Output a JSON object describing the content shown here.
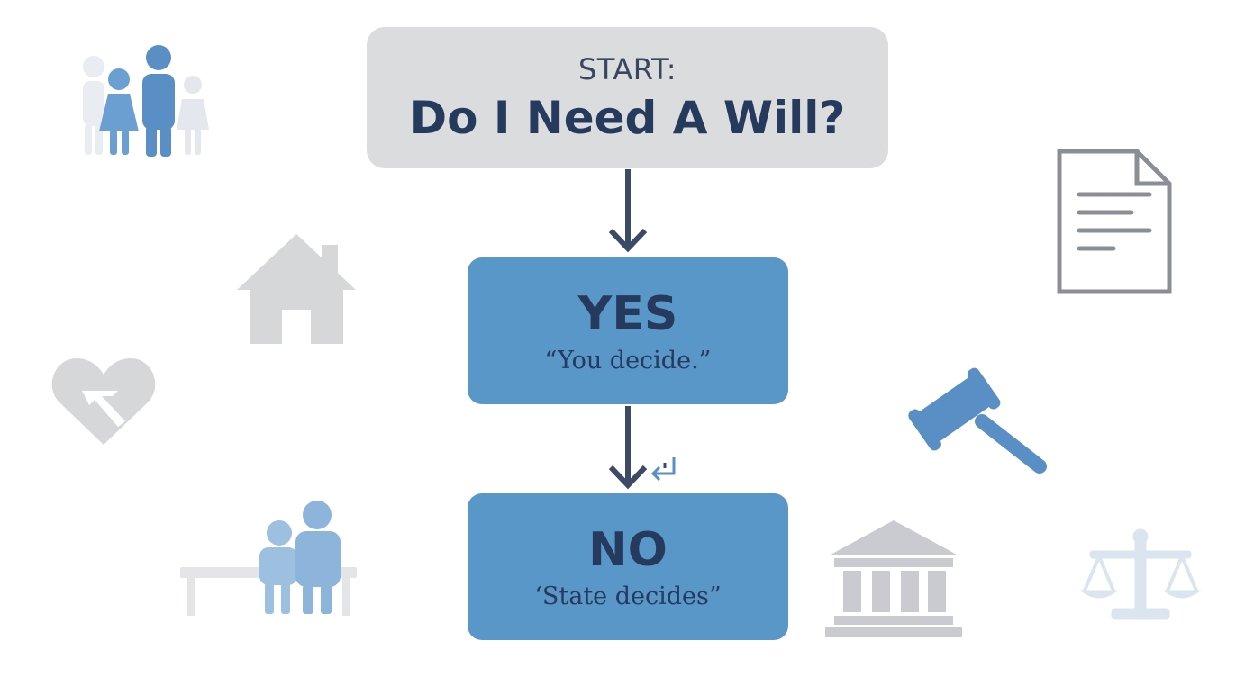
{
  "start": {
    "label": "START:",
    "question": "Do I Need A Will?"
  },
  "yes": {
    "title": "YES",
    "subtitle": "“You decide.”"
  },
  "no": {
    "title": "NO",
    "subtitle": "‘State decides”"
  },
  "colors": {
    "start_box": "#dbdcde",
    "decision_box": "#5a97c9",
    "text_dark": "#263a5e",
    "arrow": "#3d4a66",
    "icon_blue": "#5a8fc6",
    "icon_gray": "#d6d7d9"
  },
  "icons": [
    "family-icon",
    "house-icon",
    "broken-heart-icon",
    "couple-on-bench-icon",
    "document-icon",
    "gavel-icon",
    "courthouse-icon",
    "scales-of-justice-icon",
    "return-arrow-icon"
  ]
}
